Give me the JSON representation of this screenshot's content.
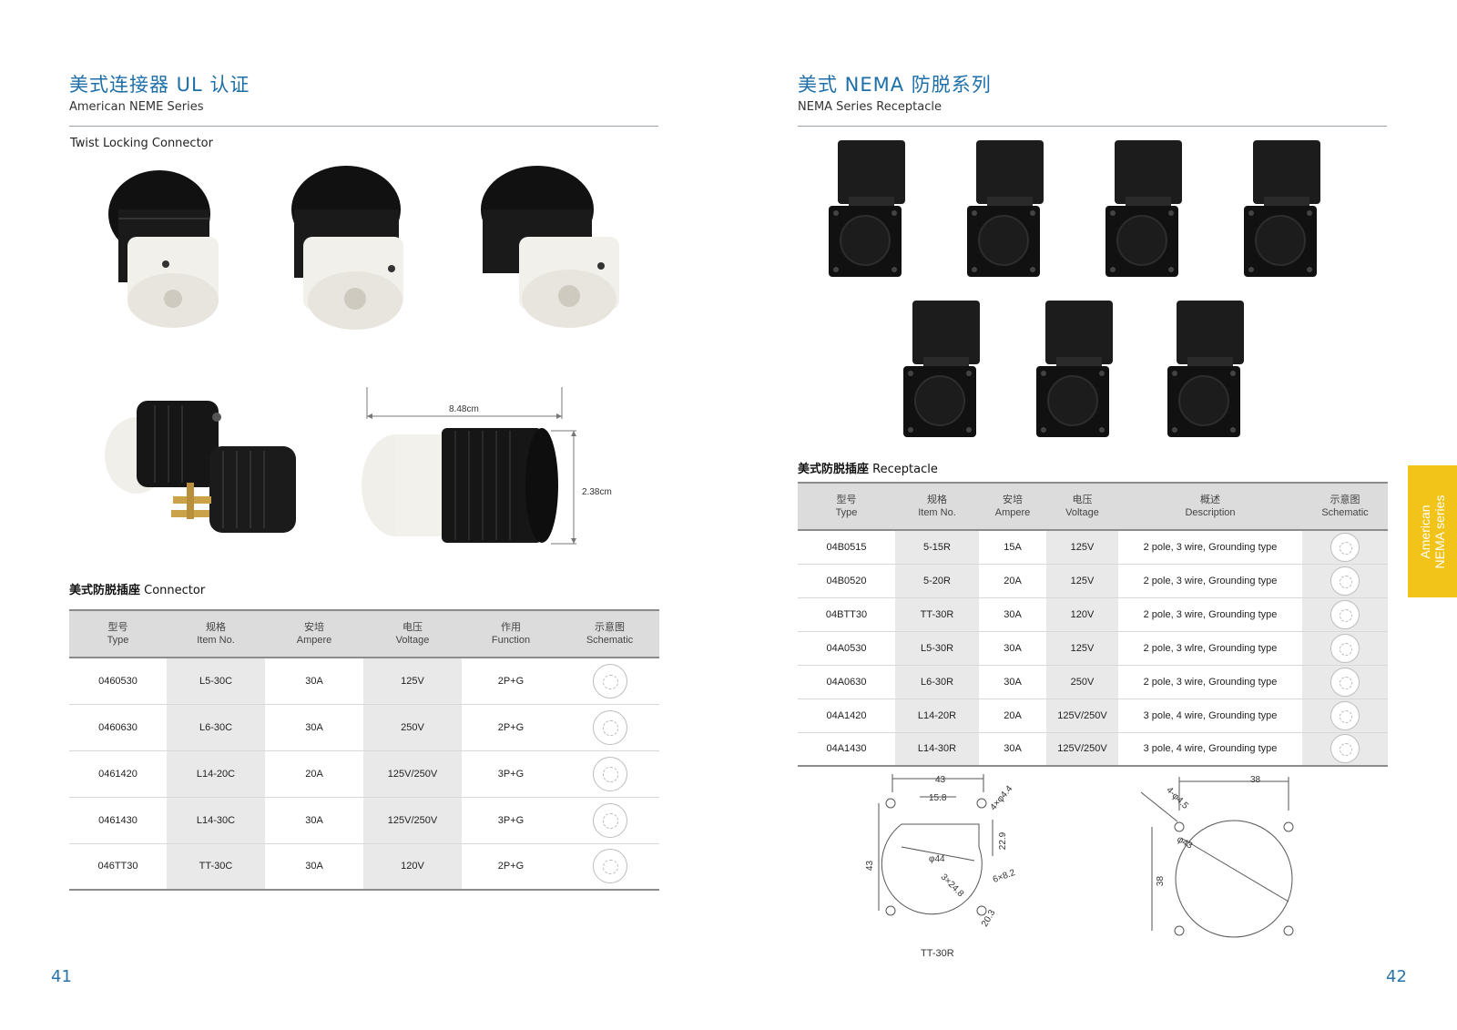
{
  "left": {
    "title_cn": "美式连接器 UL 认证",
    "title_en": "American NEME Series",
    "subhead": "Twist Locking Connector",
    "dim_width": "8.48cm",
    "dim_height": "2.38cm",
    "section_cn": "美式防脱插座",
    "section_en": "Connector",
    "page_number": "41",
    "table": {
      "headers": [
        {
          "cn": "型号",
          "en": "Type"
        },
        {
          "cn": "规格",
          "en": "Item No."
        },
        {
          "cn": "安培",
          "en": "Ampere"
        },
        {
          "cn": "电压",
          "en": "Voltage"
        },
        {
          "cn": "作用",
          "en": "Function"
        },
        {
          "cn": "示意图",
          "en": "Schematic"
        }
      ],
      "rows": [
        {
          "type": "0460530",
          "item": "L5-30C",
          "ampere": "30A",
          "voltage": "125V",
          "function": "2P+G"
        },
        {
          "type": "0460630",
          "item": "L6-30C",
          "ampere": "30A",
          "voltage": "250V",
          "function": "2P+G"
        },
        {
          "type": "0461420",
          "item": "L14-20C",
          "ampere": "20A",
          "voltage": "125V/250V",
          "function": "3P+G"
        },
        {
          "type": "0461430",
          "item": "L14-30C",
          "ampere": "30A",
          "voltage": "125V/250V",
          "function": "3P+G"
        },
        {
          "type": "046TT30",
          "item": "TT-30C",
          "ampere": "30A",
          "voltage": "120V",
          "function": "2P+G"
        }
      ]
    }
  },
  "right": {
    "title_cn": "美式 NEMA 防脱系列",
    "title_en": "NEMA Series Receptacle",
    "section_cn": "美式防脱插座",
    "section_en": "Receptacle",
    "page_number": "42",
    "side_tab_line1": "American",
    "side_tab_line2": "NEMA series",
    "drawing_caption": "TT-30R",
    "drawing1_labels": {
      "w": "43",
      "inner": "15.8",
      "holes": "4×φ4.4",
      "h": "43",
      "d": "φ44",
      "r": "3×24.8",
      "side": "22.9",
      "slot": "6×8.2",
      "bottom": "20.3"
    },
    "drawing2_labels": {
      "w": "38",
      "holes": "4-φ4.5",
      "d": "φ43",
      "h": "38"
    },
    "table": {
      "headers": [
        {
          "cn": "型号",
          "en": "Type"
        },
        {
          "cn": "规格",
          "en": "Item No."
        },
        {
          "cn": "安培",
          "en": "Ampere"
        },
        {
          "cn": "电压",
          "en": "Voltage"
        },
        {
          "cn": "概述",
          "en": "Description"
        },
        {
          "cn": "示意图",
          "en": "Schematic"
        }
      ],
      "rows": [
        {
          "type": "04B0515",
          "item": "5-15R",
          "ampere": "15A",
          "voltage": "125V",
          "desc": "2 pole, 3 wire, Grounding type"
        },
        {
          "type": "04B0520",
          "item": "5-20R",
          "ampere": "20A",
          "voltage": "125V",
          "desc": "2 pole, 3 wire, Grounding type"
        },
        {
          "type": "04BTT30",
          "item": "TT-30R",
          "ampere": "30A",
          "voltage": "120V",
          "desc": "2 pole, 3 wire, Grounding type"
        },
        {
          "type": "04A0530",
          "item": "L5-30R",
          "ampere": "30A",
          "voltage": "125V",
          "desc": "2 pole, 3 wlre, Grounding type"
        },
        {
          "type": "04A0630",
          "item": "L6-30R",
          "ampere": "30A",
          "voltage": "250V",
          "desc": "2 pole, 3 wire, Grounding type"
        },
        {
          "type": "04A1420",
          "item": "L14-20R",
          "ampere": "20A",
          "voltage": "125V/250V",
          "desc": "3 pole, 4 wire, Grounding type"
        },
        {
          "type": "04A1430",
          "item": "L14-30R",
          "ampere": "30A",
          "voltage": "125V/250V",
          "desc": "3 pole, 4 wire, Grounding type"
        }
      ]
    }
  }
}
